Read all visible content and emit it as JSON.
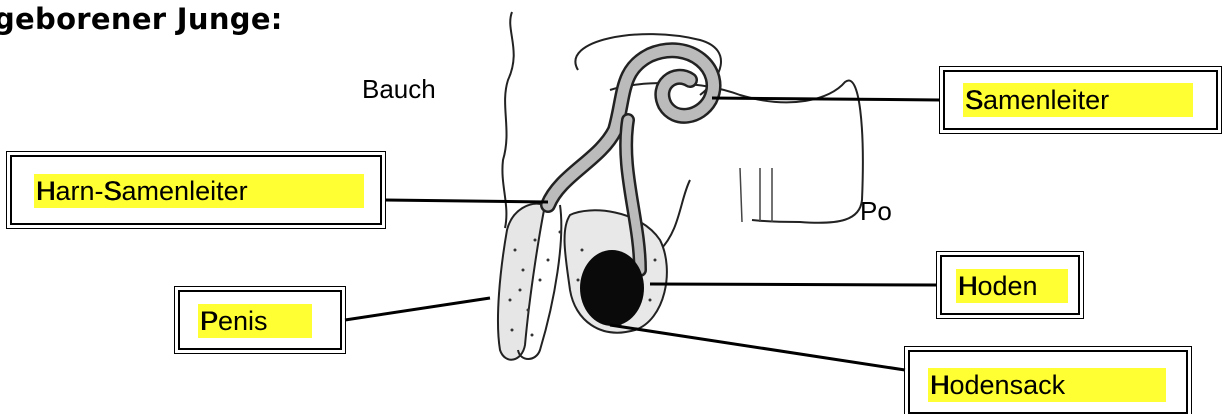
{
  "title": "geborener Junge:",
  "regions": {
    "bauch": "Bauch",
    "po": "Po"
  },
  "labels": {
    "samenleiter": {
      "initial": "S",
      "rest": "amenleiter"
    },
    "harn_samenleiter": {
      "initial1": "H",
      "middle": "arn-",
      "initial2": "S",
      "rest": "amenleiter"
    },
    "penis": {
      "initial": "P",
      "rest": "enis"
    },
    "hoden": {
      "initial": "H",
      "rest": "oden"
    },
    "hodensack": {
      "initial": "H",
      "rest": "odensack"
    }
  },
  "colors": {
    "highlight": "#ffff33",
    "line": "#000000"
  }
}
